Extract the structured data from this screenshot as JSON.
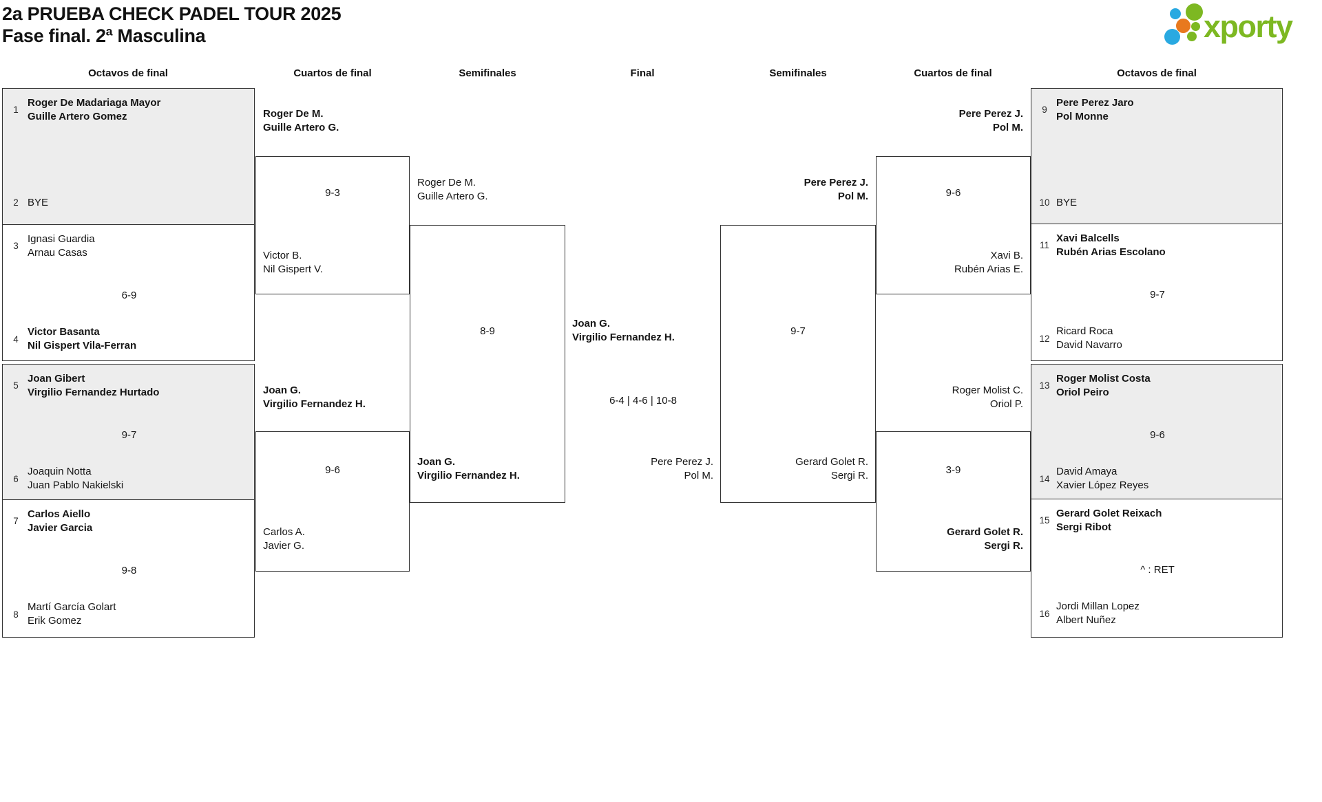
{
  "title": {
    "line1": "2a PRUEBA CHECK PADEL TOUR 2025",
    "line2": "Fase final. 2ª Masculina"
  },
  "logo": {
    "text": "xporty",
    "colors": {
      "green": "#7db822",
      "blue": "#29a9e1",
      "orange": "#e8791e"
    }
  },
  "headers": {
    "c1": "Octavos de final",
    "c2": "Cuartos de final",
    "c3": "Semifinales",
    "c4": "Final",
    "c5": "Semifinales",
    "c6": "Cuartos de final",
    "c7": "Octavos de final"
  },
  "octavos_left": [
    {
      "seed_top": "1",
      "top": [
        "Roger De Madariaga Mayor",
        "Guille Artero Gomez"
      ],
      "seed_bottom": "2",
      "bottom": [
        "BYE"
      ],
      "winner": "top"
    },
    {
      "seed_top": "3",
      "top": [
        "Ignasi Guardia",
        "Arnau Casas"
      ],
      "score": "6-9",
      "seed_bottom": "4",
      "bottom": [
        "Victor Basanta",
        "Nil Gispert Vila-Ferran"
      ],
      "winner": "bottom"
    },
    {
      "seed_top": "5",
      "top": [
        "Joan Gibert",
        "Virgilio Fernandez Hurtado"
      ],
      "score": "9-7",
      "seed_bottom": "6",
      "bottom": [
        "Joaquin Notta",
        "Juan Pablo Nakielski"
      ],
      "winner": "top"
    },
    {
      "seed_top": "7",
      "top": [
        "Carlos Aiello",
        "Javier Garcia"
      ],
      "score": "9-8",
      "seed_bottom": "8",
      "bottom": [
        "Martí García Golart",
        "Erik Gomez"
      ],
      "winner": "top"
    }
  ],
  "octavos_right": [
    {
      "seed_top": "9",
      "top": [
        "Pere Perez Jaro",
        "Pol Monne"
      ],
      "seed_bottom": "10",
      "bottom": [
        "BYE"
      ],
      "winner": "top"
    },
    {
      "seed_top": "11",
      "top": [
        "Xavi Balcells",
        "Rubén Arias Escolano"
      ],
      "score": "9-7",
      "seed_bottom": "12",
      "bottom": [
        "Ricard Roca",
        "David Navarro"
      ],
      "winner": "top"
    },
    {
      "seed_top": "13",
      "top": [
        "Roger Molist Costa",
        "Oriol Peiro"
      ],
      "score": "9-6",
      "seed_bottom": "14",
      "bottom": [
        "David Amaya",
        "Xavier López Reyes"
      ],
      "winner": "top"
    },
    {
      "seed_top": "15",
      "top": [
        "Gerard Golet Reixach",
        "Sergi Ribot"
      ],
      "score": "^ : RET",
      "seed_bottom": "16",
      "bottom": [
        "Jordi Millan Lopez",
        "Albert Nuñez"
      ],
      "winner": "top"
    }
  ],
  "cuartos_left": [
    {
      "top": [
        "Roger De M.",
        "Guille Artero G."
      ],
      "score": "9-3",
      "bottom": [
        "Victor B.",
        "Nil Gispert V."
      ],
      "winner": "top"
    },
    {
      "top": [
        "Joan G.",
        "Virgilio Fernandez H."
      ],
      "score": "9-6",
      "bottom": [
        "Carlos A.",
        "Javier G."
      ],
      "winner": "top"
    }
  ],
  "cuartos_right": [
    {
      "top": [
        "Pere Perez J.",
        "Pol M."
      ],
      "score": "9-6",
      "bottom": [
        "Xavi B.",
        "Rubén Arias E."
      ],
      "winner": "top"
    },
    {
      "top": [
        "Roger Molist C.",
        "Oriol P."
      ],
      "score": "3-9",
      "bottom": [
        "Gerard Golet R.",
        "Sergi R."
      ],
      "winner": "bottom"
    }
  ],
  "semis_left": {
    "top": [
      "Roger De M.",
      "Guille Artero G."
    ],
    "score": "8-9",
    "bottom": [
      "Joan G.",
      "Virgilio Fernandez H."
    ],
    "winner": "bottom"
  },
  "semis_right": {
    "top": [
      "Pere Perez J.",
      "Pol M."
    ],
    "score": "9-7",
    "bottom": [
      "Gerard Golet R.",
      "Sergi R."
    ],
    "winner": "top"
  },
  "final": {
    "top": [
      "Joan G.",
      "Virgilio Fernandez H."
    ],
    "score": "6-4 | 4-6 | 10-8",
    "bottom": [
      "Pere Perez J.",
      "Pol M."
    ],
    "winner": "top"
  }
}
